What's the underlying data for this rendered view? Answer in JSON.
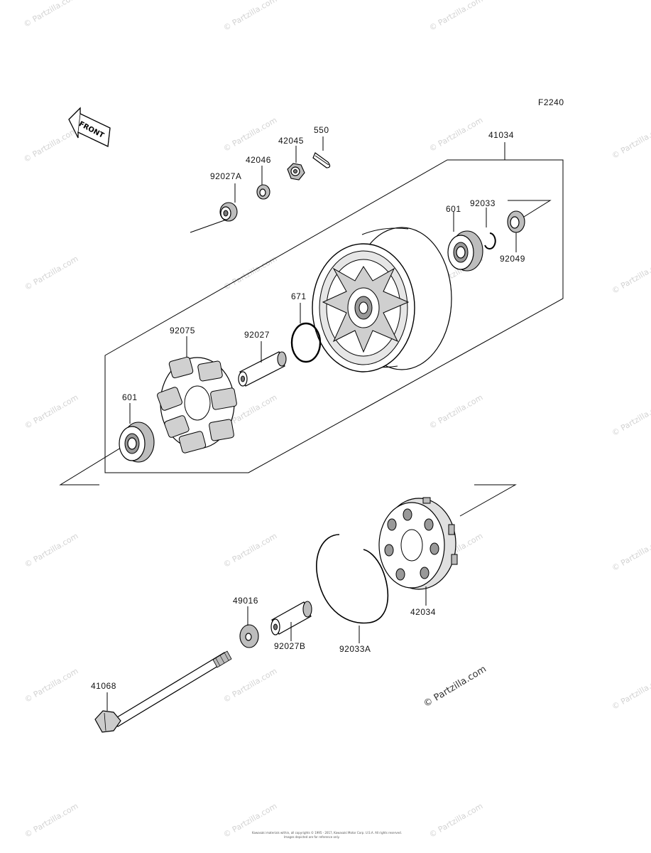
{
  "figure_code": "F2240",
  "front_label": "FRONT",
  "watermark": "© Partzilla.com",
  "watermark_main": "© Partzilla.com",
  "footer_line1": "Kawasaki materials within, all copyrights © 1995 - 2017, Kawasaki Motor Corp. U.S.A. All rights reserved.",
  "footer_line2": "Images depicted are for reference only.",
  "labels": {
    "p41034": "41034",
    "p550": "550",
    "p42045": "42045",
    "p42046": "42046",
    "p92027A": "92027A",
    "p601_top": "601",
    "p92033": "92033",
    "p92049": "92049",
    "p671": "671",
    "p92075": "92075",
    "p92027": "92027",
    "p601_left": "601",
    "p49016": "49016",
    "p92027B": "92027B",
    "p92033A": "92033A",
    "p42034": "42034",
    "p41068": "41068"
  }
}
